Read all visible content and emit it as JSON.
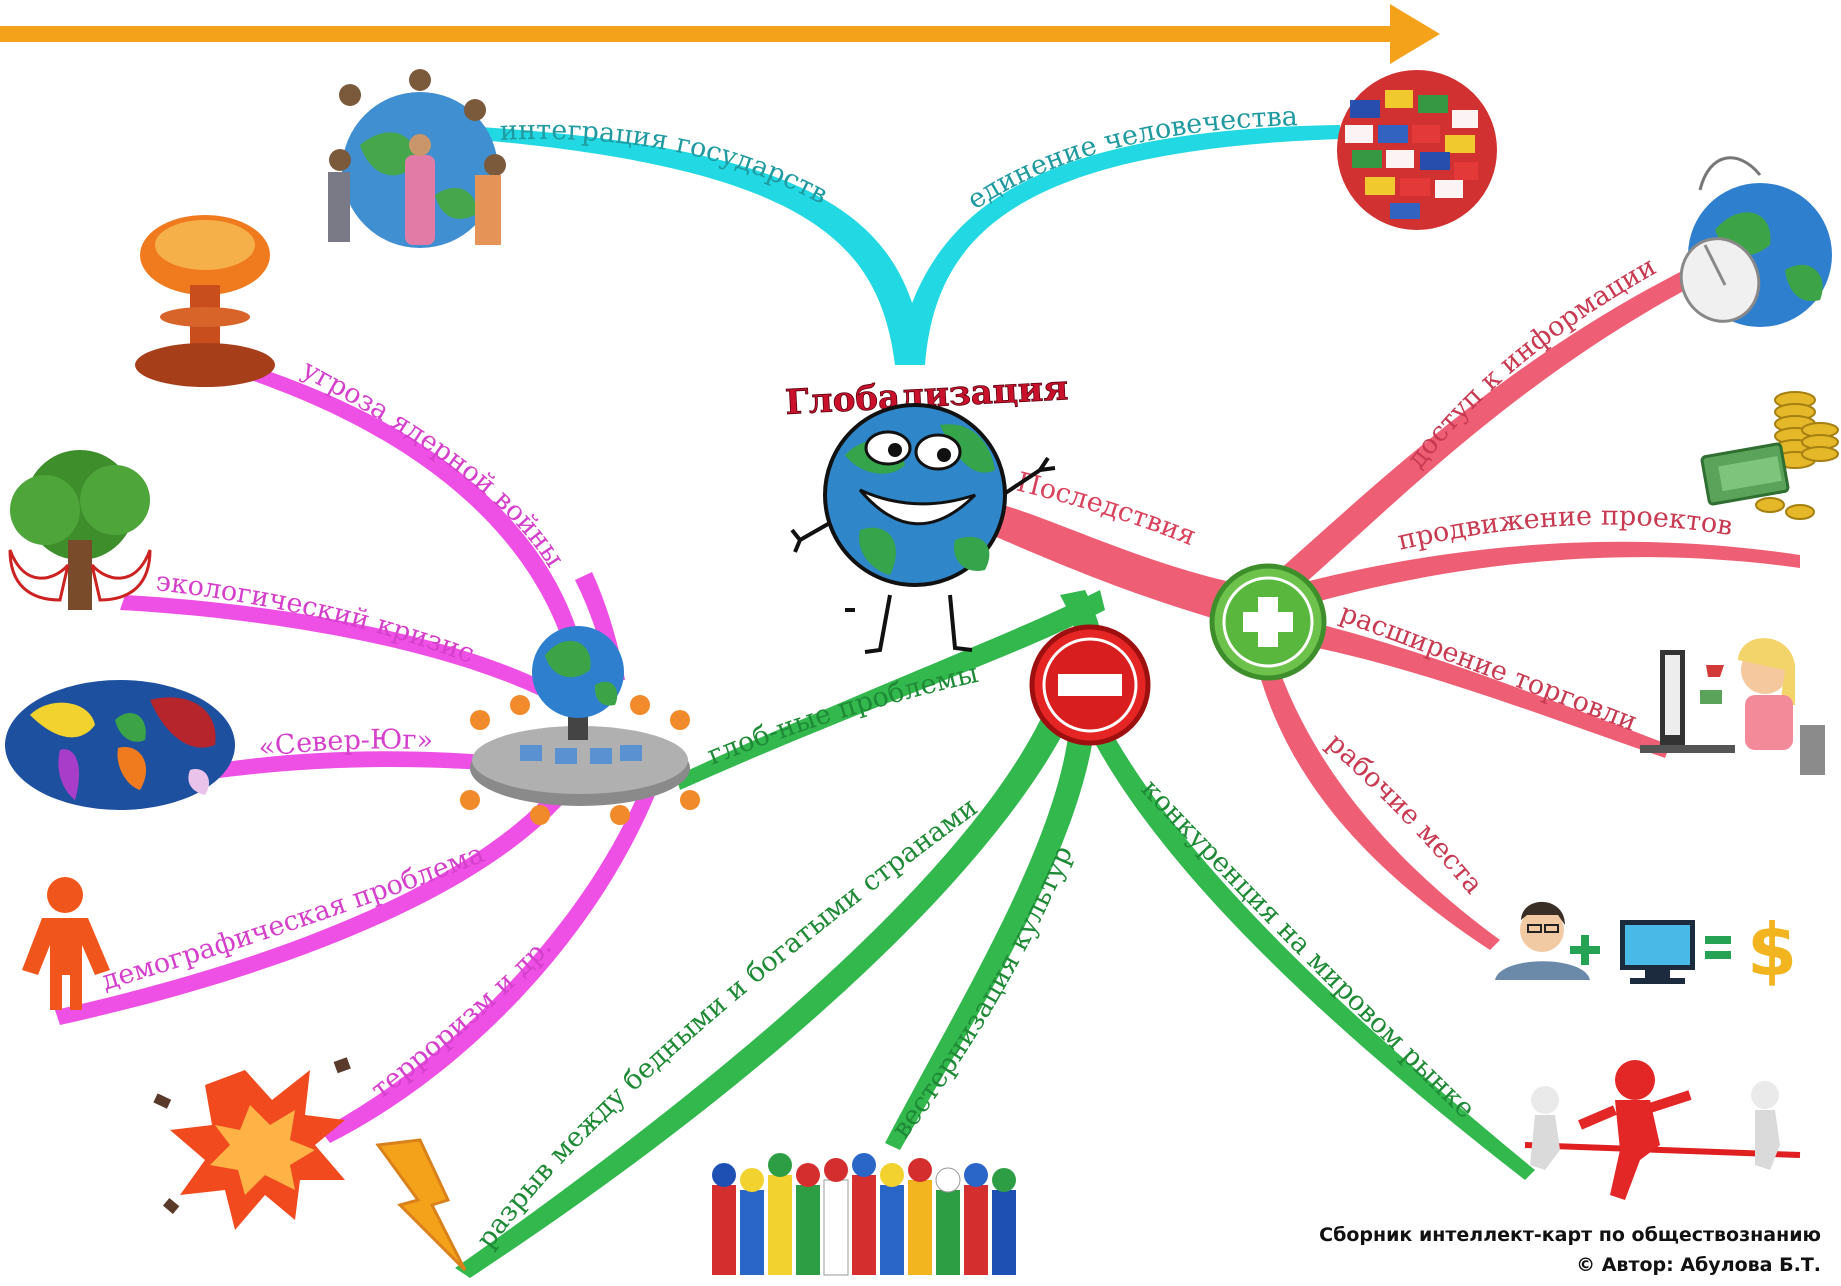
{
  "colors": {
    "arrow": "#F5A21B",
    "integration": "#22D8E3",
    "consequences": "#EE5F75",
    "positive": "#EE5F75",
    "negative": "#33B84E",
    "global_problems": "#EE4FE4",
    "title": "#C9112B"
  },
  "center": {
    "title": "Глобализация"
  },
  "top": {
    "left": "интеграция государств",
    "right": "единение человечества"
  },
  "consequences": {
    "label": "Последствия"
  },
  "positive": {
    "items": [
      "доступ к информации",
      "продвижение проектов",
      "расширение торговли",
      "рабочие места"
    ],
    "work_equation": {
      "plus": "+",
      "equals": "=",
      "currency": "$"
    }
  },
  "negative": {
    "items": [
      "глоб-ные проблемы",
      "разрыв между бедными и богатыми странами",
      "вестернизация культур",
      "конкуренция на мировом рынке"
    ]
  },
  "global_problems": {
    "items": [
      "угроза ядерной войны",
      "экологический кризис",
      "«Север-Юг»",
      "демографическая проблема",
      "терроризм и др."
    ]
  },
  "icons": [
    "people-around-globe-icon",
    "flag-globe-icon",
    "computer-mouse-globe-icon",
    "money-coins-icon",
    "online-shopping-icon",
    "worker-computer-dollar-icon",
    "race-finish-icon",
    "flag-crowd-icon",
    "lightning-icon",
    "explosion-icon",
    "demographic-person-icon",
    "world-map-icon",
    "tree-hands-icon",
    "nuclear-mushroom-icon",
    "meeting-table-globe-icon",
    "plus-circle-icon",
    "minus-circle-icon",
    "smiling-earth-character-icon"
  ],
  "credit": {
    "line1": "Сборник интеллект-карт по обществознанию",
    "line2": "© Автор: Абулова Б.Т."
  }
}
